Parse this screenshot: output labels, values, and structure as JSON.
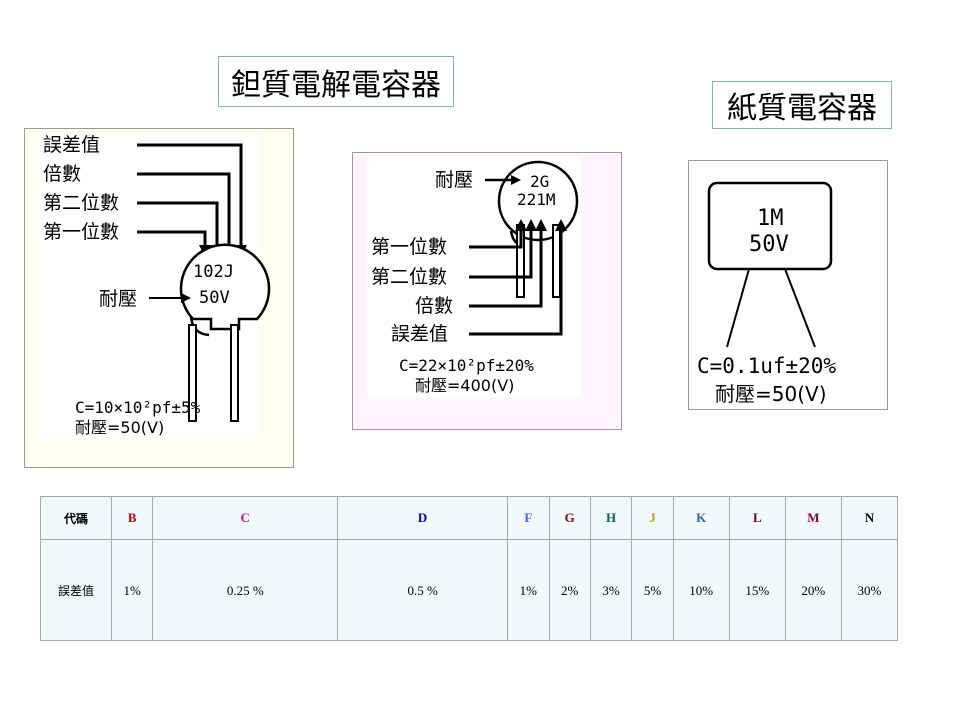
{
  "titles": {
    "tantalum": "鉭質電解電容器",
    "paper": "紙質電容器"
  },
  "diagram1": {
    "labels": [
      "誤差值",
      "倍數",
      "第二位數",
      "第一位數"
    ],
    "voltage_label": "耐壓",
    "marking_line1": "102J",
    "marking_line2": "50V",
    "formula_line1": "C=10×10²pf±5%",
    "formula_line2": "耐壓=50(V)"
  },
  "diagram2": {
    "voltage_label": "耐壓",
    "labels": [
      "第一位數",
      "第二位數",
      "倍數",
      "誤差值"
    ],
    "marking_line1": "2G",
    "marking_line2": "221M",
    "formula_line1": "C=22×10²pf±20%",
    "formula_line2": "耐壓=400(V)"
  },
  "diagram3": {
    "marking_line1": "1M",
    "marking_line2": "50V",
    "formula_line1": "C=0.1uf±20%",
    "formula_line2": "耐壓=50(V)"
  },
  "table": {
    "code_header": "代碼",
    "tolerance_header": "誤差值",
    "codes": [
      {
        "code": "B",
        "color": "#cc0000"
      },
      {
        "code": "C",
        "color": "#cc00cc"
      },
      {
        "code": "D",
        "color": "#0000cc"
      },
      {
        "code": "F",
        "color": "#3366ff"
      },
      {
        "code": "G",
        "color": "#990000"
      },
      {
        "code": "H",
        "color": "#006666"
      },
      {
        "code": "J",
        "color": "#cc9900"
      },
      {
        "code": "K",
        "color": "#336699"
      },
      {
        "code": "L",
        "color": "#660033"
      },
      {
        "code": "M",
        "color": "#990033"
      },
      {
        "code": "N",
        "color": "#000000"
      }
    ],
    "tolerances": [
      "1%",
      "0.25 %",
      "0.5 %",
      "1%",
      "2%",
      "3%",
      "5%",
      "10%",
      "15%",
      "20%",
      "30%"
    ]
  }
}
